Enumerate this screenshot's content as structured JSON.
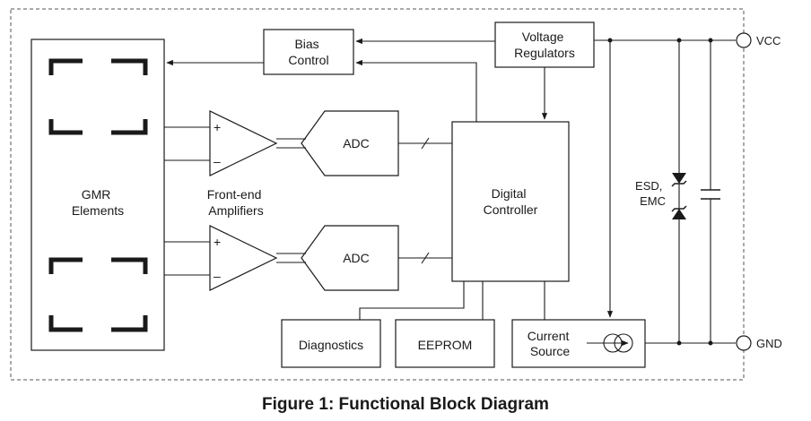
{
  "blocks": {
    "bias_control": [
      "Bias",
      "Control"
    ],
    "voltage_regulators": [
      "Voltage",
      "Regulators"
    ],
    "gmr_elements": [
      "GMR",
      "Elements"
    ],
    "front_end_amplifiers": [
      "Front-end",
      "Amplifiers"
    ],
    "adc_top": "ADC",
    "adc_bottom": "ADC",
    "digital_controller": [
      "Digital",
      "Controller"
    ],
    "diagnostics": "Diagnostics",
    "eeprom": "EEPROM",
    "current_source": [
      "Current",
      "Source"
    ],
    "esd_emc": [
      "ESD,",
      "EMC"
    ]
  },
  "amp_signs": {
    "plus": "+",
    "minus": "–"
  },
  "pins": {
    "vcc": "VCC",
    "gnd": "GND"
  },
  "caption": "Figure 1: Functional Block Diagram"
}
